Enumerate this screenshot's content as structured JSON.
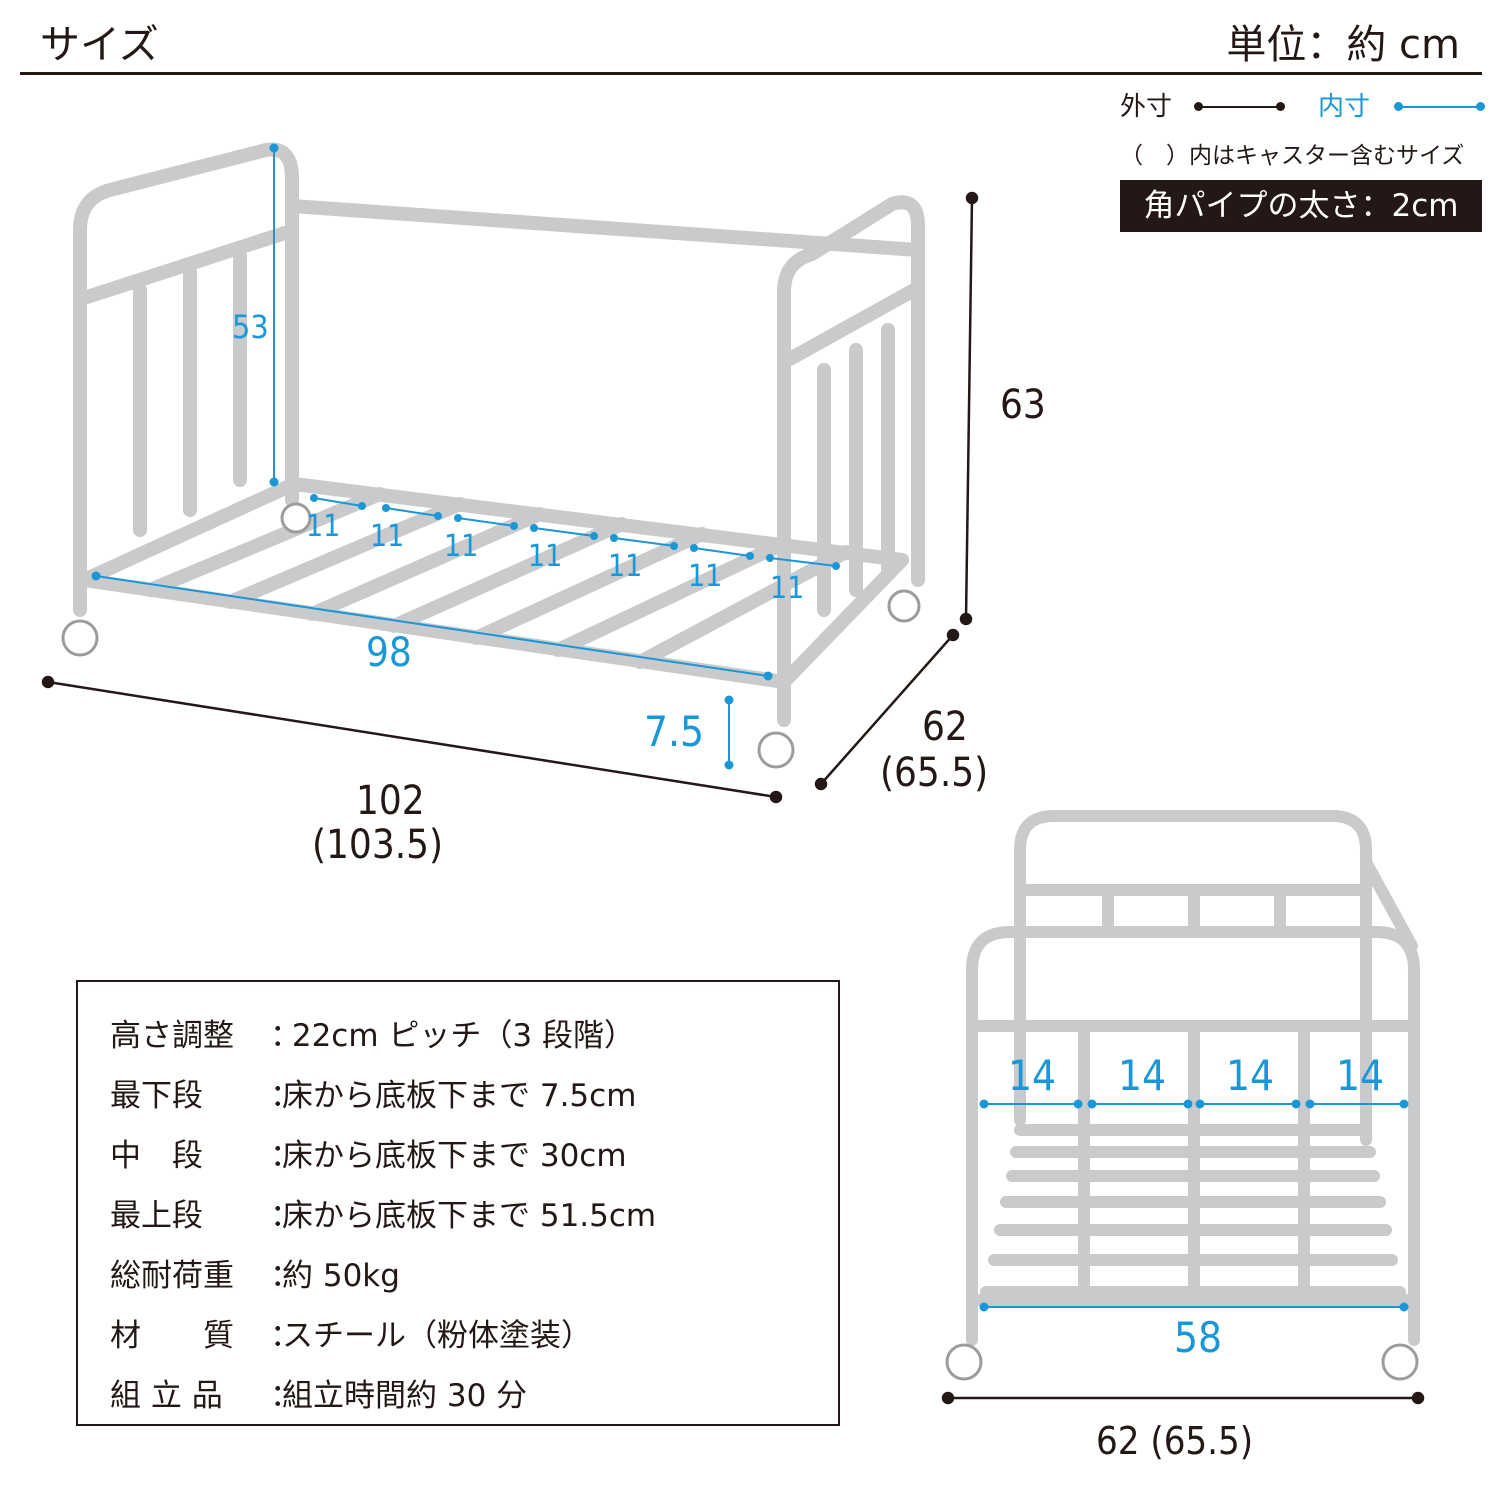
{
  "header": {
    "title": "サイズ",
    "unit": "単位：約 cm"
  },
  "legend": {
    "outer_label": "外寸",
    "inner_label": "内寸",
    "note": "（　）内はキャスター含むサイズ",
    "pipe_size": "角パイプの太さ：2cm"
  },
  "colors": {
    "outer_dimension": "#231815",
    "inner_dimension": "#1a97d6",
    "frame": "#d0d2d4"
  },
  "perspective_view": {
    "width_outer": "102",
    "width_outer_with_casters": "(103.5)",
    "depth_outer": "62",
    "depth_outer_with_casters": "(65.5)",
    "height_outer": "63",
    "inner_height": "53",
    "inner_length": "98",
    "bottom_clearance": "7.5",
    "slat_gap": "11"
  },
  "front_view": {
    "bar_gap": "14",
    "inner_width": "58",
    "outer_width": "62 (65.5)"
  },
  "specs": [
    {
      "label": "高さ調整",
      "value": " 22cm ピッチ（3 段階）"
    },
    {
      "label": "最下段",
      "value": "床から底板下まで 7.5cm"
    },
    {
      "label": "中　段",
      "value": "床から底板下まで 30cm"
    },
    {
      "label": "最上段",
      "value": "床から底板下まで 51.5cm"
    },
    {
      "label": "総耐荷重",
      "value": "約 50kg"
    },
    {
      "label": "材　　質",
      "value": "スチール（粉体塗装）"
    },
    {
      "label": "組 立 品",
      "value": "組立時間約 30 分"
    }
  ]
}
